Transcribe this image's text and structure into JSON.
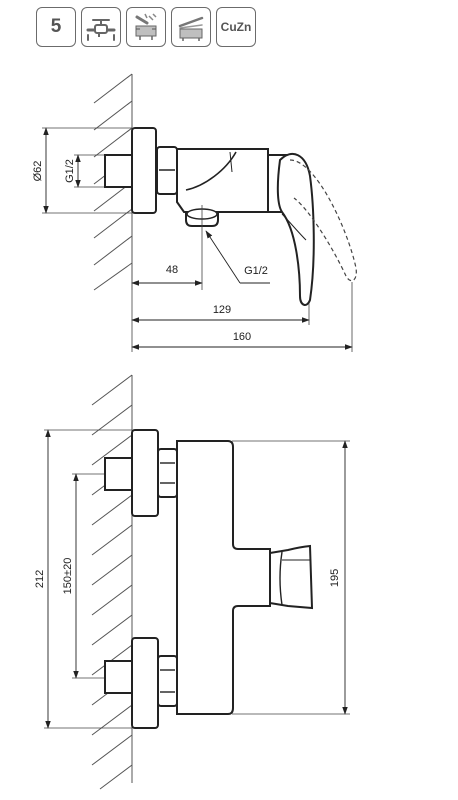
{
  "badges": {
    "count": "5",
    "material": "CuZn"
  },
  "icons": [
    "wall-mixer-icon",
    "hot-cold-water-icon",
    "lever-handle-icon"
  ],
  "side_view": {
    "dims": {
      "diameter": "Ø62",
      "inlet_thread": "G1/2",
      "outlet_offset": "48",
      "outlet_thread": "G1/2",
      "depth_body": "129",
      "depth_total": "160"
    }
  },
  "front_view": {
    "dims": {
      "height_total": "212",
      "connection_spacing": "150±20",
      "body_height": "195"
    }
  }
}
